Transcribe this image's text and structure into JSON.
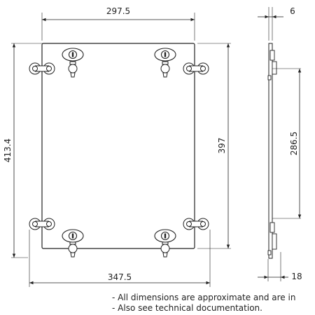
{
  "dimensions": {
    "top_width": "297.5",
    "bottom_width": "347.5",
    "left_height": "413.4",
    "right_height": "397",
    "side_depth_top": "6",
    "side_hole_spacing": "286.5",
    "side_depth_bottom": "18"
  },
  "notes": [
    "- All dimensions are approximate and are in",
    "- Also see technical documentation."
  ],
  "colors": {
    "line": "#222222",
    "fill": "#ffffff"
  }
}
